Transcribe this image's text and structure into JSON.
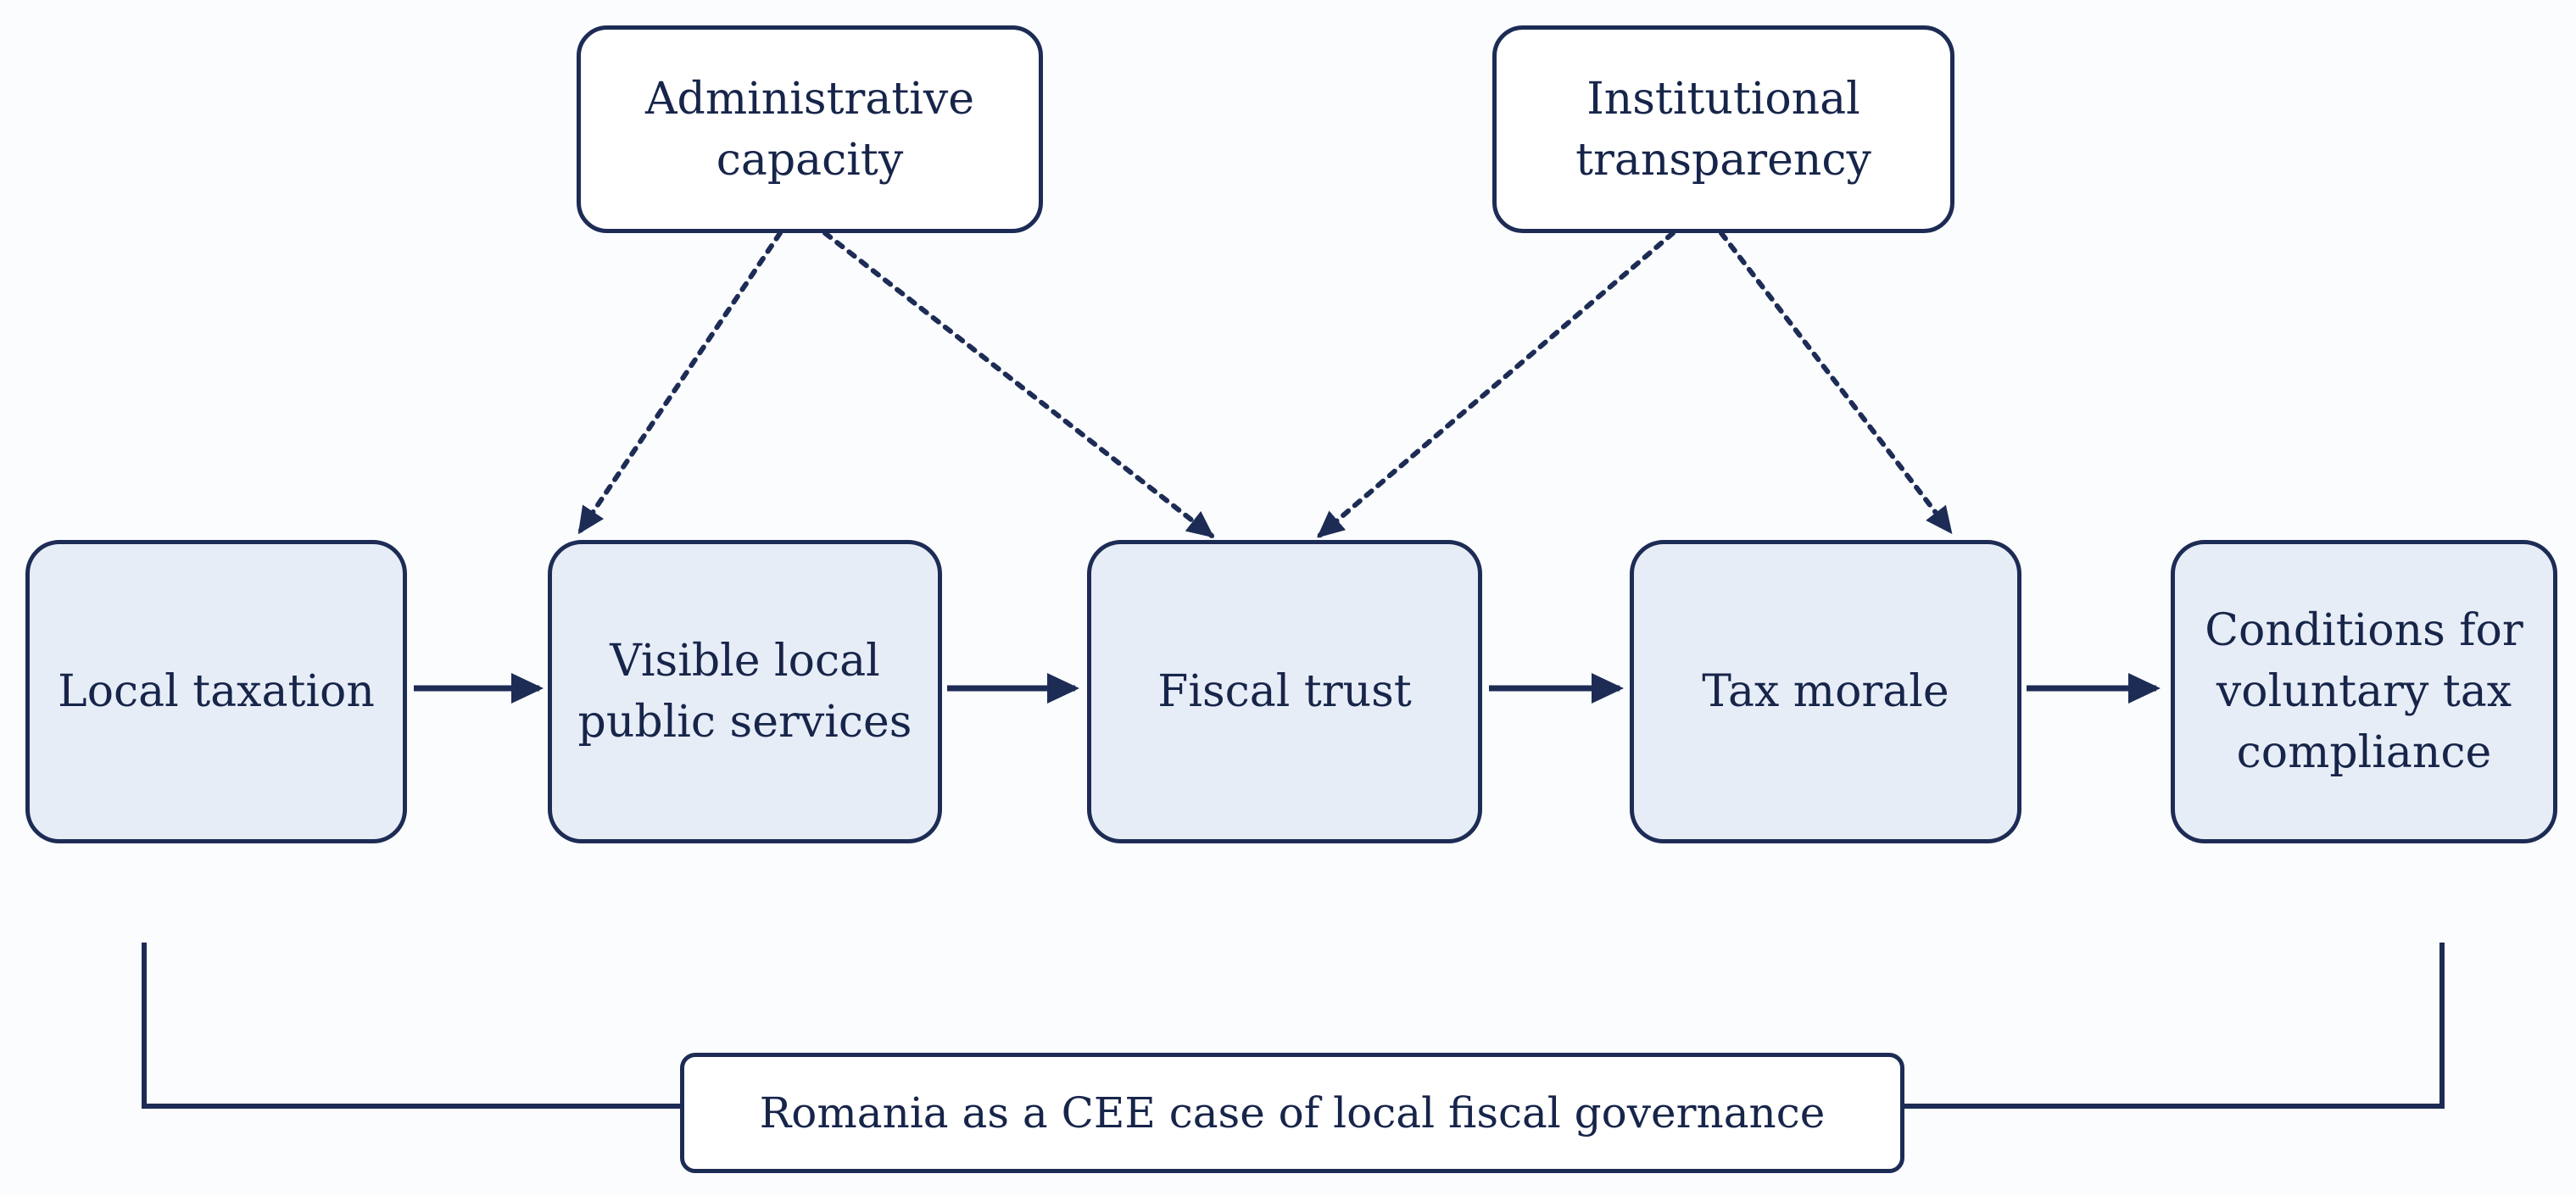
{
  "diagram": {
    "process_nodes": [
      {
        "id": "local-taxation",
        "label": "Local taxation"
      },
      {
        "id": "visible-local-public-services",
        "label": "Visible local\npublic services"
      },
      {
        "id": "fiscal-trust",
        "label": "Fiscal trust"
      },
      {
        "id": "tax-morale",
        "label": "Tax morale"
      },
      {
        "id": "conditions-for-voluntary-tax-compliance",
        "label": "Conditions for\nvoluntary tax\ncompliance"
      }
    ],
    "moderators": [
      {
        "id": "administrative-capacity",
        "label": "Administrative\ncapacity"
      },
      {
        "id": "institutional-transparency",
        "label": "Institutional\ntransparency"
      }
    ],
    "context": {
      "id": "context-bracket",
      "label": "Romania as a CEE case of local fiscal governance"
    },
    "edges": [
      {
        "from": "local-taxation",
        "to": "visible-local-public-services",
        "style": "solid"
      },
      {
        "from": "visible-local-public-services",
        "to": "fiscal-trust",
        "style": "solid"
      },
      {
        "from": "fiscal-trust",
        "to": "tax-morale",
        "style": "solid"
      },
      {
        "from": "tax-morale",
        "to": "conditions-for-voluntary-tax-compliance",
        "style": "solid"
      },
      {
        "from": "administrative-capacity",
        "to": "visible-local-public-services",
        "style": "dotted"
      },
      {
        "from": "administrative-capacity",
        "to": "fiscal-trust",
        "style": "dotted"
      },
      {
        "from": "institutional-transparency",
        "to": "fiscal-trust",
        "style": "dotted"
      },
      {
        "from": "institutional-transparency",
        "to": "tax-morale",
        "style": "dotted"
      }
    ],
    "colors": {
      "stroke": "#1d2c55",
      "text": "#17254a",
      "process_fill": "#e7edf7",
      "factor_fill": "#ffffff",
      "background": "#fbfcfe"
    }
  }
}
